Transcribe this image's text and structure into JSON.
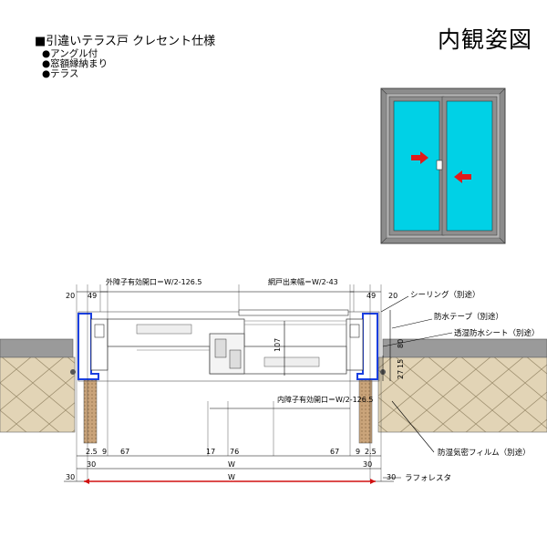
{
  "header": {
    "title": "■引違いテラス戸 クレセント仕様",
    "bullets": [
      "●アングル付",
      "●窓額縁納まり",
      "●テラス"
    ],
    "view_title": "内観姿図"
  },
  "colors": {
    "glass": "#00d1e6",
    "frame": "#8c8c8c",
    "arrow": "#e11a1a",
    "dimension_red": "#d01010",
    "profile_blue": "#1a3fe0",
    "insulation": "#d8c8a8",
    "wood": "#c9a47a"
  },
  "labels": {
    "outer_opening": "外障子有効開口＝W/2-126.5",
    "screen_width": "網戸出来幅＝W/2-43",
    "inner_opening": "内障子有効開口＝W/2-126.5",
    "sealing": "シーリング（別途）",
    "waterproof_tape": "防水テープ（別途）",
    "breathable_sheet": "透湿防水シート（別途）",
    "vapor_film": "防湿気密フィルム（別途）",
    "lath": "ラフォレスタ"
  },
  "dimensions": {
    "top_left": [
      "20",
      "49"
    ],
    "top_right": [
      "49",
      "20"
    ],
    "height_107": "107",
    "height_80": "80",
    "h_15": "15",
    "h_27": "27",
    "bottom_left": [
      "2.5",
      "9",
      "67"
    ],
    "bottom_mid": [
      "17",
      "76"
    ],
    "bottom_right": [
      "67",
      "9",
      "2.5"
    ],
    "row30_left": "30",
    "row30_right": "30",
    "w_inner": "W",
    "w_outer": "W",
    "edge_left": "30",
    "edge_right": "30"
  }
}
